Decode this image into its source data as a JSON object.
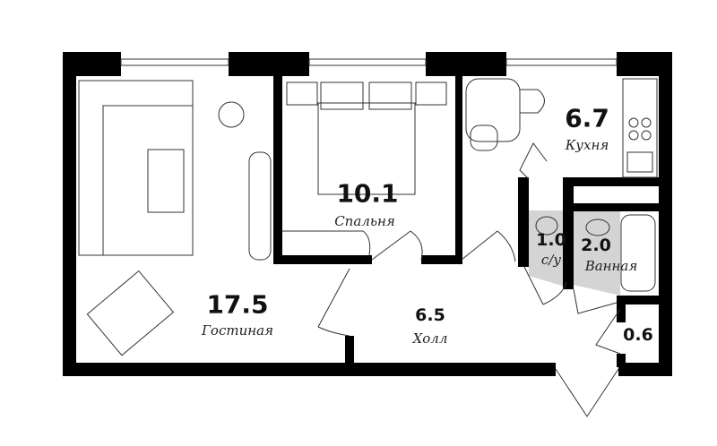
{
  "rooms": {
    "living": {
      "area": "17.5",
      "name": "Гостиная"
    },
    "bedroom": {
      "area": "10.1",
      "name": "Спальня"
    },
    "kitchen": {
      "area": "6.7",
      "name": "Кухня"
    },
    "hall": {
      "area": "6.5",
      "name": "Холл"
    },
    "toilet": {
      "area": "1.0",
      "name": "с/у"
    },
    "bathroom": {
      "area": "2.0",
      "name": "Ванная"
    },
    "closet": {
      "area": "0.6"
    }
  },
  "colors": {
    "wall": "#000000",
    "tile": "#d4d4d4",
    "line": "#333333"
  }
}
